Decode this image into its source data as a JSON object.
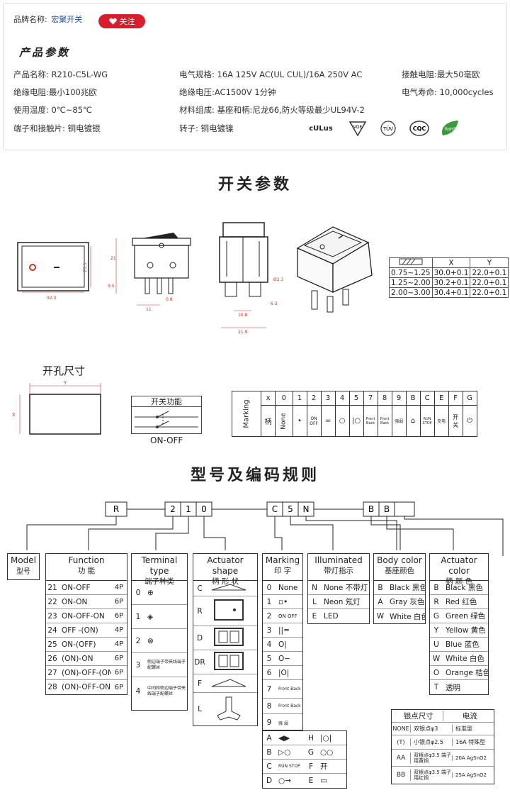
{
  "header": {
    "brand_label": "品牌名称:",
    "brand_value": "宏聚开关",
    "follow_label": "关注",
    "params_title": "产品参数"
  },
  "params": {
    "model_label": "产品名称:",
    "model_value": "R210-C5L-WG",
    "elec_label": "电气规格:",
    "elec_value": "16A 125V AC(UL CUL)/16A 250V AC",
    "contact_res_label": "接触电阻:",
    "contact_res_value": "最大50毫欧",
    "insul_res_label": "绝缘电阻:",
    "insul_res_value": "最小100兆欧",
    "insul_volt_label": "绝缘电压:",
    "insul_volt_value": "AC1500V 1分钟",
    "life_label": "电气寿命:",
    "life_value": "10,000cycles",
    "temp_label": "使用温度:",
    "temp_value": "0℃~85℃",
    "material_label": "材料组成:",
    "material_value": "基座和柄:尼龙66,防火等级最少UL94V-2",
    "terminal_label": "端子和接触片:",
    "terminal_value": "铜电镀银",
    "rotor_label": "转子:",
    "rotor_value": "铜电镀镍",
    "cert_ul": "cULus",
    "cert_vde": "VDE",
    "cert_tuv": "TÜV",
    "cert_cqc": "CQC",
    "cert_rohs": "RoHS"
  },
  "switch_params": {
    "title": "开关参数",
    "dims": {
      "front_w": "32.3",
      "front_h": "25.3",
      "side_h1": "21",
      "side_h2": "9.5",
      "side_w1": "11",
      "side_w2": "0.8",
      "back_d": "Ø2.3",
      "back_w1": "10.8",
      "back_w2": "6.3",
      "back_w3": "21.9"
    },
    "table": {
      "header": [
        "",
        "X",
        "Y"
      ],
      "rows": [
        [
          "0.75~1.25",
          "30.0+0.1",
          "22.0+0.1"
        ],
        [
          "1.25~2.00",
          "30.2+0.1",
          "22.0+0.1"
        ],
        [
          "2.00~3.00",
          "30.4+0.1",
          "22.0+0.1"
        ]
      ]
    },
    "cutout_title": "开孔尺寸",
    "cutout_x": "X",
    "cutout_y": "Y",
    "func_title": "开关功能",
    "func_label": "ON-OFF",
    "marking": {
      "row_title": "Marking",
      "row_sub": "柄",
      "codes": [
        "x",
        "0",
        "1",
        "2",
        "3",
        "4",
        "5",
        "7",
        "8",
        "9",
        "B",
        "C",
        "E",
        "F",
        "G"
      ],
      "none_label": "None"
    }
  },
  "coding": {
    "title": "型号及编码规则",
    "code_boxes": [
      "R",
      "2",
      "1",
      "0",
      "C",
      "5",
      "N",
      "B",
      "B",
      ""
    ],
    "model": {
      "en": "Model",
      "zh": "型号"
    },
    "function": {
      "en": "Function",
      "zh": "功 能",
      "rows": [
        {
          "code": "21",
          "name": "ON-OFF",
          "pins": "4P"
        },
        {
          "code": "22",
          "name": "ON-ON",
          "pins": "6P"
        },
        {
          "code": "23",
          "name": "ON-OFF-ON",
          "pins": "6P"
        },
        {
          "code": "24",
          "name": "OFF -(ON)",
          "pins": "4P"
        },
        {
          "code": "25",
          "name": "ON-(OFF)",
          "pins": "4P"
        },
        {
          "code": "26",
          "name": "(ON)-ON",
          "pins": "6P"
        },
        {
          "code": "27",
          "name": "(ON)-OFF-(ON)",
          "pins": "6P"
        },
        {
          "code": "28",
          "name": "(ON)-OFF-ON",
          "pins": "6P"
        }
      ]
    },
    "terminal": {
      "en": "Terminal type",
      "zh": "端子种类",
      "codes": [
        "0",
        "1",
        "2",
        "3",
        "4"
      ],
      "note3": "侧边端子带夹线端子配螺丝",
      "note4": "中间和侧边端子带夹线端子配螺丝"
    },
    "actuator": {
      "en": "Actuator shape",
      "zh": "柄 形 状",
      "codes": [
        "C",
        "R",
        "D",
        "DR",
        "F",
        "L"
      ]
    },
    "marking": {
      "en": "Marking",
      "zh": "印 字",
      "rows": [
        {
          "code": "0",
          "label": "None"
        },
        {
          "code": "1",
          "label": ""
        },
        {
          "code": "2",
          "label": ""
        },
        {
          "code": "3",
          "label": ""
        },
        {
          "code": "4",
          "label": ""
        },
        {
          "code": "5",
          "label": ""
        },
        {
          "code": "6",
          "label": ""
        },
        {
          "code": "7",
          "label": ""
        },
        {
          "code": "8",
          "label": ""
        },
        {
          "code": "9",
          "label": ""
        }
      ],
      "pairs": [
        {
          "l": "A",
          "r": "H"
        },
        {
          "l": "B",
          "r": "G"
        },
        {
          "l": "C",
          "r": "F"
        },
        {
          "l": "D",
          "r": "E"
        }
      ]
    },
    "illuminated": {
      "en": "Illuminated",
      "zh": "带灯指示",
      "rows": [
        {
          "code": "N",
          "label": "None",
          "zh": "不带灯"
        },
        {
          "code": "L",
          "label": "Neon",
          "zh": "氖灯"
        },
        {
          "code": "E",
          "label": "LED",
          "zh": ""
        }
      ]
    },
    "body_color": {
      "en": "Body color",
      "zh": "基座颜色",
      "rows": [
        {
          "code": "B",
          "label": "Black",
          "zh": "黑色"
        },
        {
          "code": "A",
          "label": "Gray",
          "zh": "灰色"
        },
        {
          "code": "W",
          "label": "White",
          "zh": "白色"
        }
      ]
    },
    "actuator_color": {
      "en": "Actuator color",
      "zh": "柄 颜 色",
      "rows": [
        {
          "code": "B",
          "label": "Black",
          "zh": "黑色"
        },
        {
          "code": "R",
          "label": "Red",
          "zh": "红色"
        },
        {
          "code": "G",
          "label": "Green",
          "zh": "绿色"
        },
        {
          "code": "Y",
          "label": "Yellow",
          "zh": "黄色"
        },
        {
          "code": "U",
          "label": "Blue",
          "zh": "蓝色"
        },
        {
          "code": "W",
          "label": "White",
          "zh": "白色"
        },
        {
          "code": "O",
          "label": "Orange",
          "zh": "桔色"
        },
        {
          "code": "T",
          "label": "透明",
          "zh": ""
        }
      ]
    },
    "silver": {
      "head_l": "银点尺寸",
      "head_r": "电流",
      "rows": [
        {
          "code": "NONE",
          "desc": "双银点φ3",
          "cur": "标准型"
        },
        {
          "code": "(T)",
          "desc": "小银点φ2.5",
          "cur": "16A 特殊型"
        },
        {
          "code": "AA",
          "desc": "双银点φ3.5 端子用黄铜",
          "cur": "20A AgSnO2"
        },
        {
          "code": "BB",
          "desc": "双银点φ3.5 端子用红铜",
          "cur": "25A AgSnO2"
        }
      ]
    }
  },
  "colors": {
    "accent": "#d81e2c",
    "link": "#1a4fa0",
    "led_red": "#c0392b"
  }
}
